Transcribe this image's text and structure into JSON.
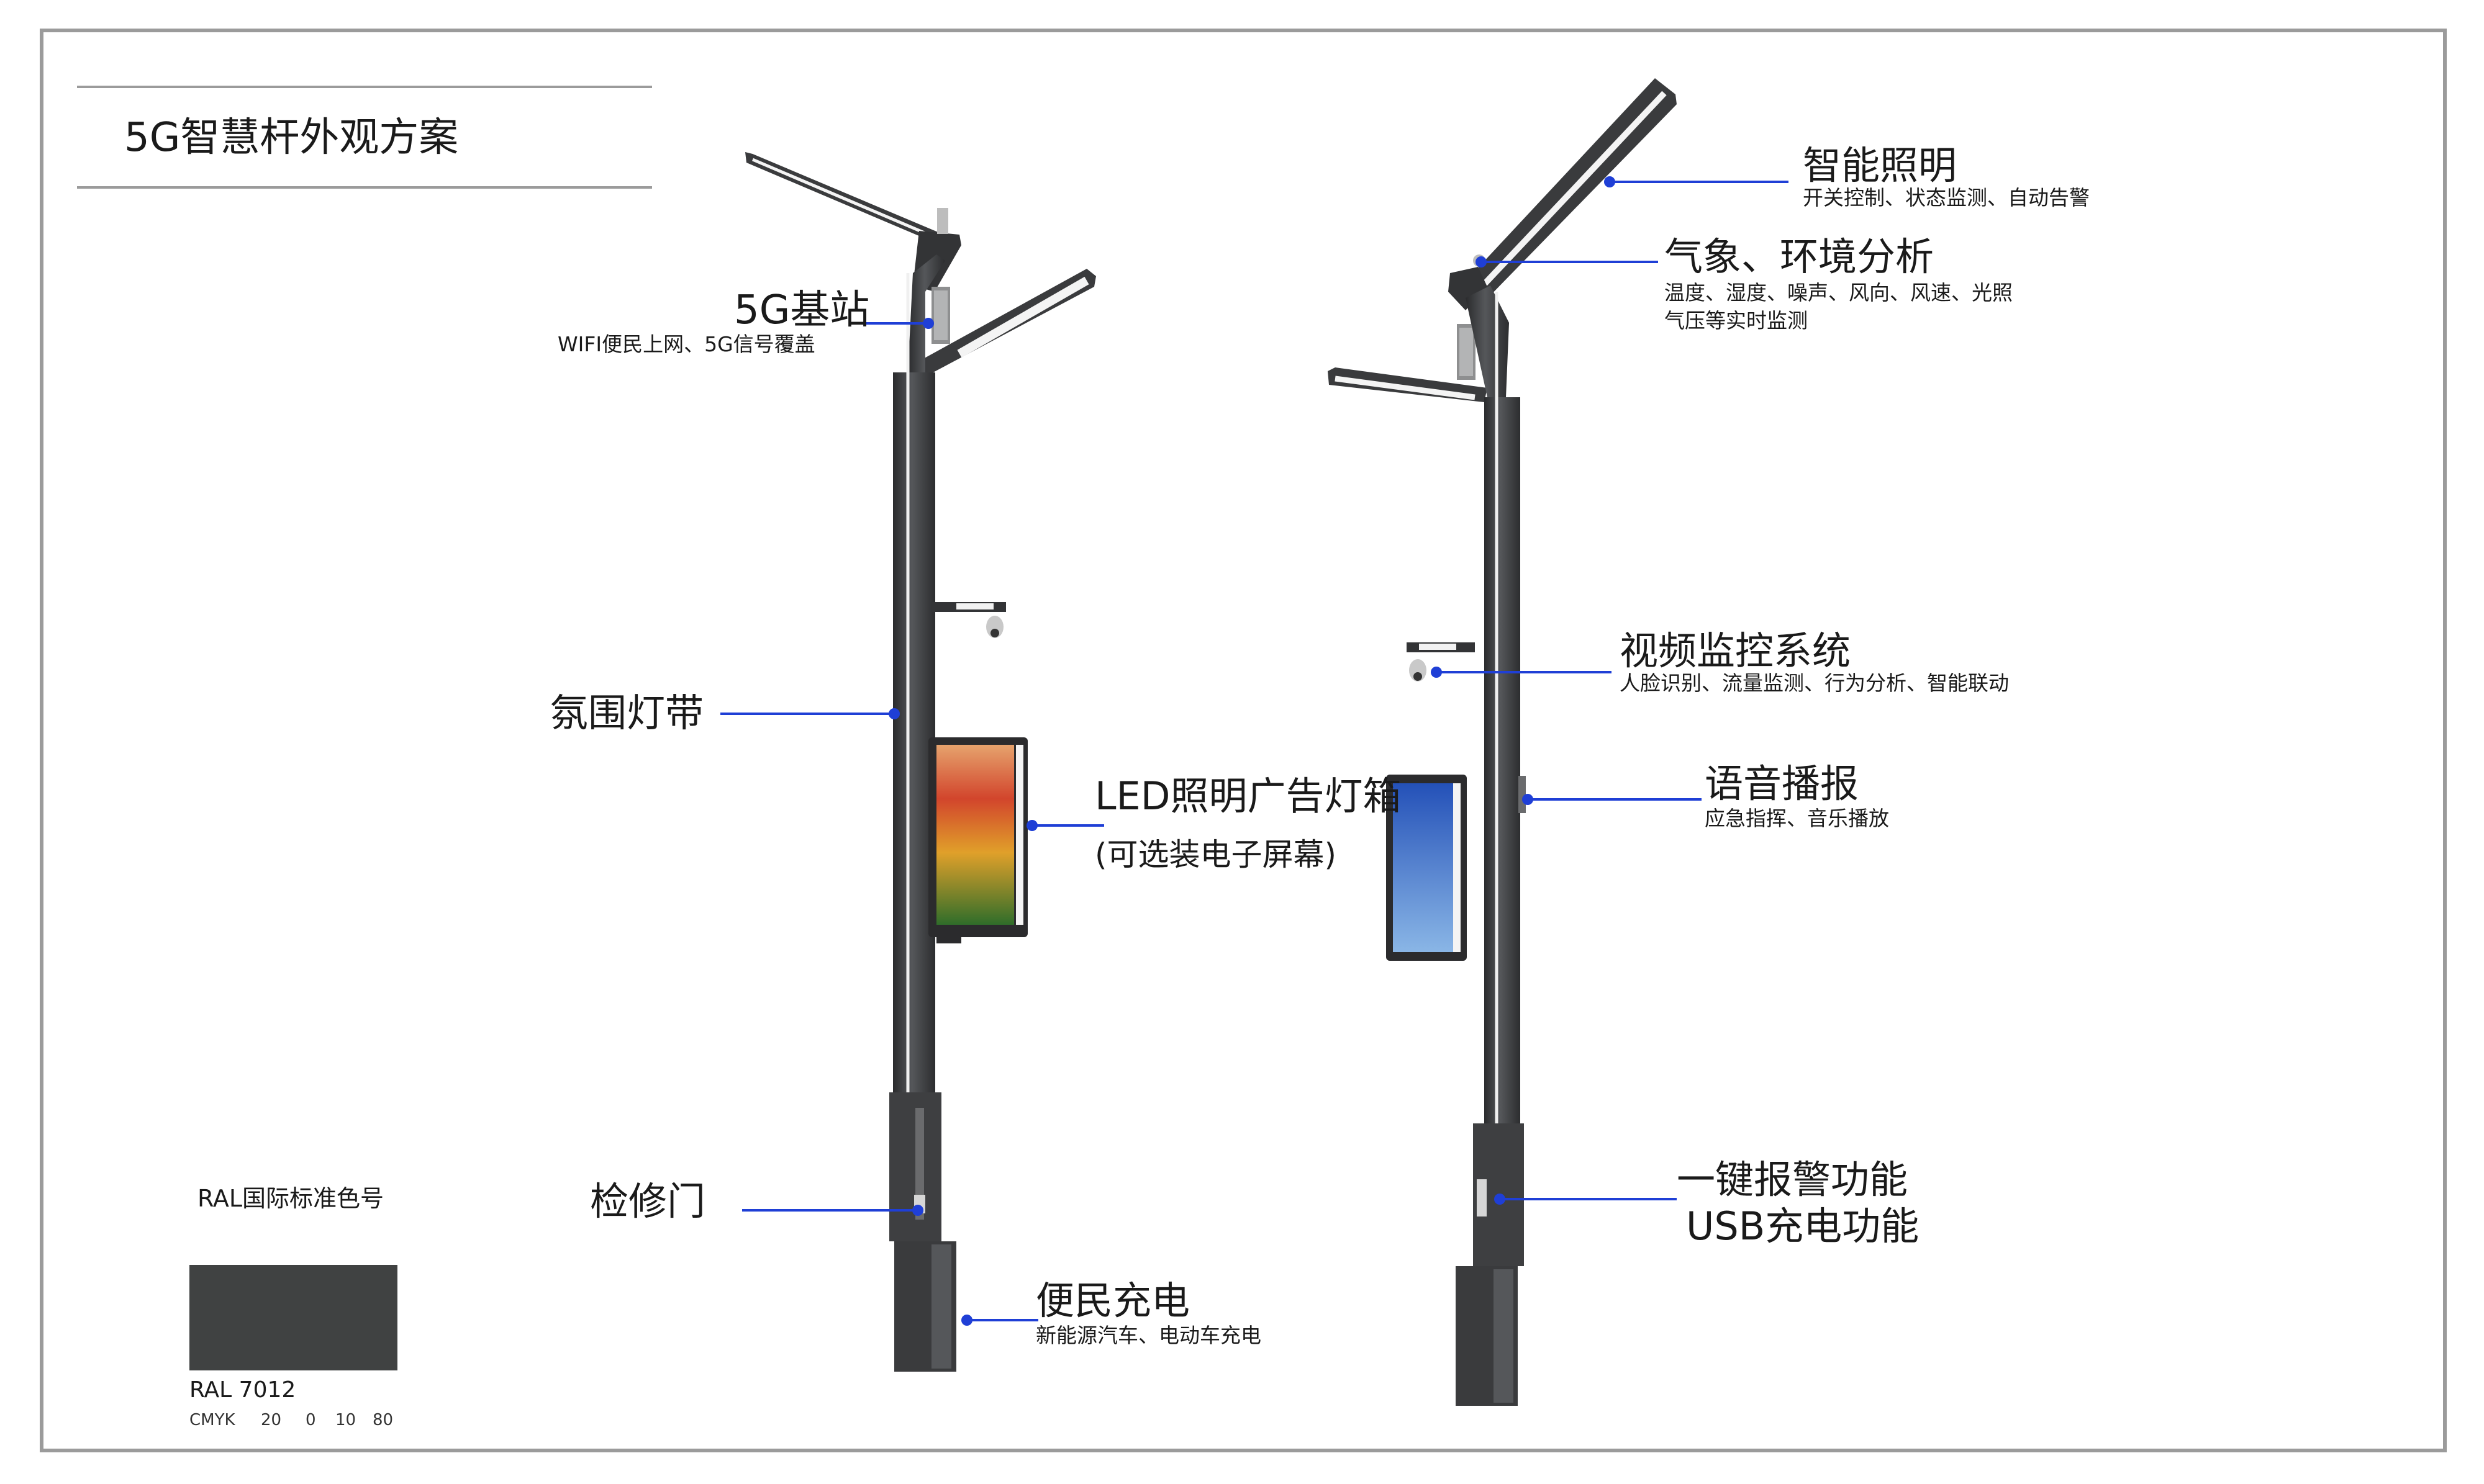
{
  "title": "5G智慧杆外观方案",
  "callouts": {
    "base_station": {
      "title": "5G基站",
      "sub": "WIFI便民上网、5G信号覆盖"
    },
    "ambient_strip": {
      "title": "氛围灯带"
    },
    "led_lightbox": {
      "title": "LED照明广告灯箱",
      "sub": "(可选装电子屏幕)"
    },
    "access_door": {
      "title": "检修门"
    },
    "charging": {
      "title": "便民充电",
      "sub": "新能源汽车、电动车充电"
    },
    "smart_lighting": {
      "title": "智能照明",
      "sub": "开关控制、状态监测、自动告警"
    },
    "weather": {
      "title": "气象、环境分析",
      "sub": "温度、湿度、噪声、风向、风速、光照",
      "sub2": "气压等实时监测"
    },
    "video": {
      "title": "视频监控系统",
      "sub": "人脸识别、流量监测、行为分析、智能联动"
    },
    "voice": {
      "title": "语音播报",
      "sub": "应急指挥、音乐播放"
    },
    "alarm": {
      "title": "一键报警功能",
      "title2": "USB充电功能"
    }
  },
  "color_standard": {
    "label": "RAL国际标准色号",
    "code": "RAL 7012",
    "cmyk_label": "CMYK",
    "cmyk": [
      "20",
      "0",
      "10",
      "80"
    ],
    "swatch": "#404242"
  },
  "colors": {
    "callout_line": "#1f3fd6",
    "pole": "#3c3d3f",
    "frame": "#9b9b9b"
  }
}
